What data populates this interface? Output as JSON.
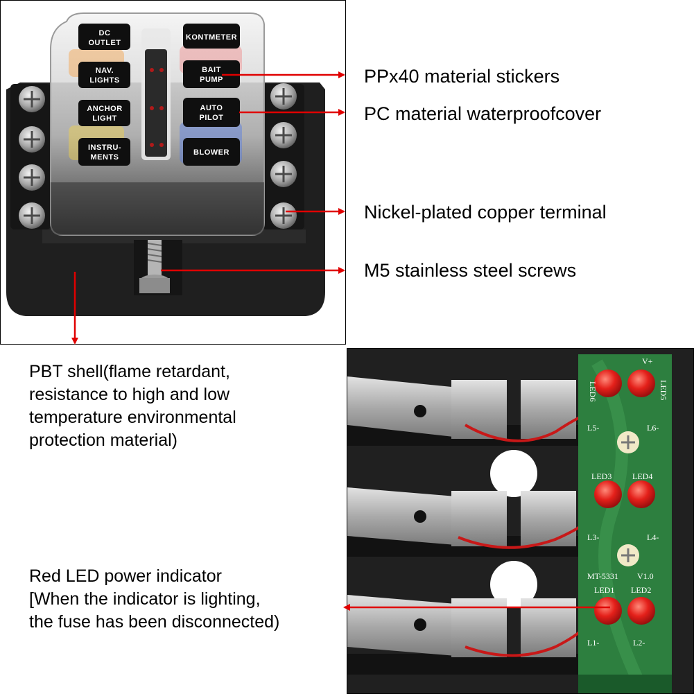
{
  "callouts": {
    "stickers": "PPx40 material stickers",
    "cover": "PC material waterproofcover",
    "terminal": "Nickel-plated copper terminal",
    "screws": "M5 stainless steel screws",
    "shell": [
      "PBT shell(flame retardant,",
      "resistance to high and low",
      "temperature environmental",
      "protection material)"
    ],
    "led": [
      "Red LED power indicator",
      "[When the indicator is lighting,",
      "the fuse has been disconnected)"
    ]
  },
  "fuse_labels": {
    "left": [
      [
        "DC",
        "OUTLET"
      ],
      [
        "NAV.",
        "LIGHTS"
      ],
      [
        "ANCHOR",
        "LIGHT"
      ],
      [
        "INSTRU-",
        "MENTS"
      ]
    ],
    "right": [
      [
        "KONTMETER"
      ],
      [
        "BAIT",
        "PUMP"
      ],
      [
        "AUTO",
        "PILOT"
      ],
      [
        "BLOWER"
      ]
    ]
  },
  "pcb": {
    "top_label": "V+",
    "led_tags": [
      "LED6",
      "LED5",
      "LED3",
      "LED4",
      "LED1",
      "LED2"
    ],
    "pad_tags": [
      "L5-",
      "L6-",
      "L3-",
      "L4-",
      "L1-",
      "L2-"
    ],
    "model": "MT-5331",
    "version": "V1.0"
  },
  "colors": {
    "arrow": "#e00000",
    "base": "#1e1e1e",
    "pcb": "#2d7f3f",
    "led": "#e4201a"
  }
}
